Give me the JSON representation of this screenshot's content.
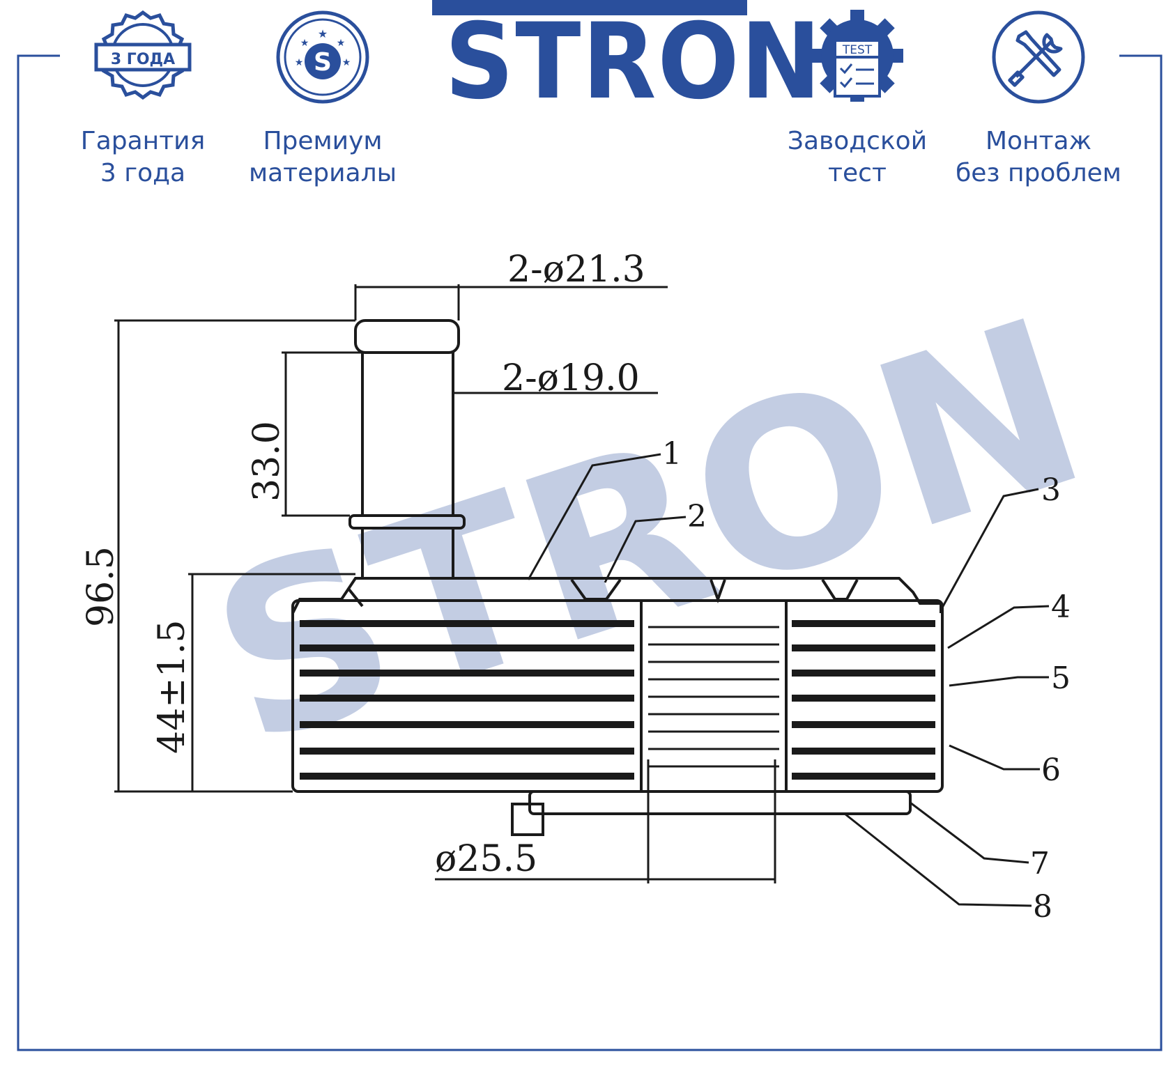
{
  "brand": {
    "logo_text": "STRON",
    "color": "#2a4f9c",
    "watermark_text": "STRON"
  },
  "features": [
    {
      "icon": "warranty-badge-icon",
      "badge_text": "3 ГОДА",
      "line1": "Гарантия",
      "line2": "3 года"
    },
    {
      "icon": "premium-star-icon",
      "badge_text": "S",
      "line1": "Премиум",
      "line2": "материалы"
    },
    {
      "icon": "factory-test-gear-icon",
      "badge_text": "TEST",
      "line1": "Заводской",
      "line2": "тест"
    },
    {
      "icon": "tools-install-icon",
      "line1": "Монтаж",
      "line2": "без проблем"
    }
  ],
  "drawing": {
    "dimensions": {
      "outer_pipe_diameter": "2-ø21.3",
      "inner_pipe_diameter": "2-ø19.0",
      "pipe_length": "33.0",
      "total_height": "96.5",
      "body_height": "44±1.5",
      "bottom_diameter": "ø25.5"
    },
    "callouts": [
      "1",
      "2",
      "3",
      "4",
      "5",
      "6",
      "7",
      "8"
    ]
  }
}
